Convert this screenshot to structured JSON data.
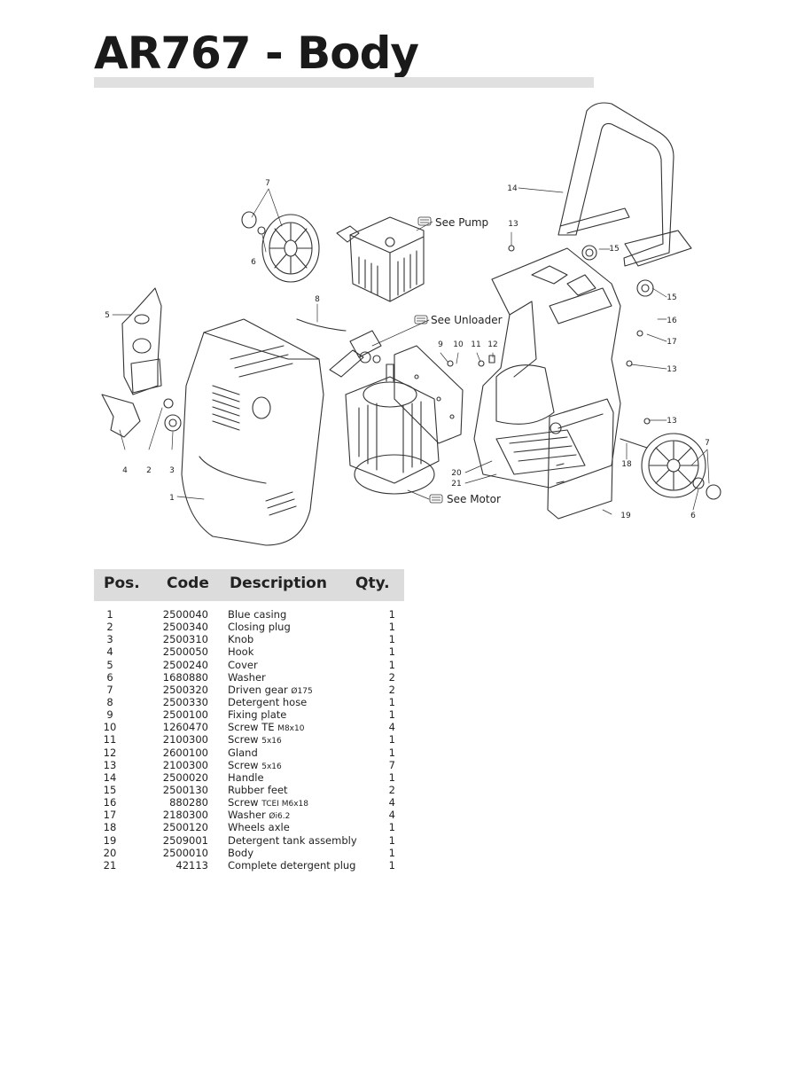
{
  "title": "AR767 - Body",
  "diagram": {
    "callouts": [
      {
        "text": "1"
      },
      {
        "text": "2"
      },
      {
        "text": "3"
      },
      {
        "text": "4"
      },
      {
        "text": "5"
      },
      {
        "text": "6"
      },
      {
        "text": "6"
      },
      {
        "text": "7"
      },
      {
        "text": "7"
      },
      {
        "text": "8"
      },
      {
        "text": "9"
      },
      {
        "text": "10"
      },
      {
        "text": "11"
      },
      {
        "text": "12"
      },
      {
        "text": "13"
      },
      {
        "text": "13"
      },
      {
        "text": "13"
      },
      {
        "text": "14"
      },
      {
        "text": "15"
      },
      {
        "text": "15"
      },
      {
        "text": "16"
      },
      {
        "text": "17"
      },
      {
        "text": "18"
      },
      {
        "text": "19"
      },
      {
        "text": "20"
      },
      {
        "text": "21"
      }
    ],
    "see_pump": "See Pump",
    "see_unloader": "See Unloader",
    "see_motor": "See Motor"
  },
  "table": {
    "headers": {
      "pos": "Pos.",
      "code": "Code",
      "description": "Description",
      "qty": "Qty."
    },
    "rows": [
      {
        "pos": "1",
        "code": "2500040",
        "desc": "Blue casing",
        "desc_small": "",
        "qty": "1"
      },
      {
        "pos": "2",
        "code": "2500340",
        "desc": "Closing plug",
        "desc_small": "",
        "qty": "1"
      },
      {
        "pos": "3",
        "code": "2500310",
        "desc": "Knob",
        "desc_small": "",
        "qty": "1"
      },
      {
        "pos": "4",
        "code": "2500050",
        "desc": "Hook",
        "desc_small": "",
        "qty": "1"
      },
      {
        "pos": "5",
        "code": "2500240",
        "desc": "Cover",
        "desc_small": "",
        "qty": "1"
      },
      {
        "pos": "6",
        "code": "1680880",
        "desc": "Washer",
        "desc_small": "",
        "qty": "2"
      },
      {
        "pos": "7",
        "code": "2500320",
        "desc": "Driven gear",
        "desc_small": "Ø175",
        "qty": "2"
      },
      {
        "pos": "8",
        "code": "2500330",
        "desc": "Detergent hose",
        "desc_small": "",
        "qty": "1"
      },
      {
        "pos": "9",
        "code": "2500100",
        "desc": "Fixing plate",
        "desc_small": "",
        "qty": "1"
      },
      {
        "pos": "10",
        "code": "1260470",
        "desc": "Screw TE",
        "desc_small": "M8x10",
        "qty": "4"
      },
      {
        "pos": "11",
        "code": "2100300",
        "desc": "Screw",
        "desc_small": "5x16",
        "qty": "1"
      },
      {
        "pos": "12",
        "code": "2600100",
        "desc": "Gland",
        "desc_small": "",
        "qty": "1"
      },
      {
        "pos": "13",
        "code": "2100300",
        "desc": "Screw",
        "desc_small": "5x16",
        "qty": "7"
      },
      {
        "pos": "14",
        "code": "2500020",
        "desc": "Handle",
        "desc_small": "",
        "qty": "1"
      },
      {
        "pos": "15",
        "code": "2500130",
        "desc": "Rubber feet",
        "desc_small": "",
        "qty": "2"
      },
      {
        "pos": "16",
        "code": "880280",
        "desc": "Screw",
        "desc_small": "TCEI M6x18",
        "qty": "4"
      },
      {
        "pos": "17",
        "code": "2180300",
        "desc": "Washer",
        "desc_small": "Øi6.2",
        "qty": "4"
      },
      {
        "pos": "18",
        "code": "2500120",
        "desc": "Wheels axle",
        "desc_small": "",
        "qty": "1"
      },
      {
        "pos": "19",
        "code": "2509001",
        "desc": "Detergent tank assembly",
        "desc_small": "",
        "qty": "1"
      },
      {
        "pos": "20",
        "code": "2500010",
        "desc": "Body",
        "desc_small": "",
        "qty": "1"
      },
      {
        "pos": "21",
        "code": "42113",
        "desc": "Complete detergent plug",
        "desc_small": "",
        "qty": "1"
      }
    ]
  }
}
